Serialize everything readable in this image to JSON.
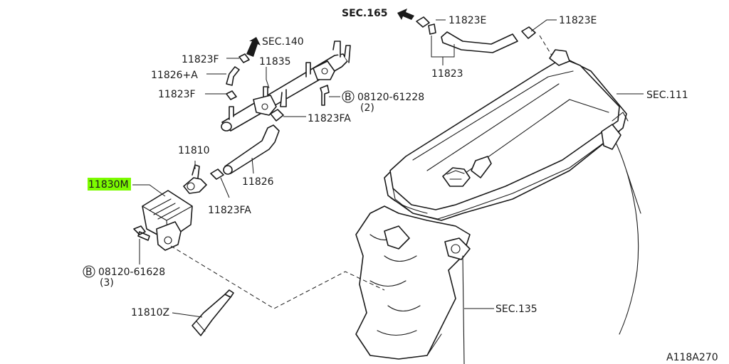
{
  "colors": {
    "highlight": "#7CFC00",
    "ink": "#1a1a1a",
    "background": "#ffffff"
  },
  "labels": {
    "sec165": "SEC.165",
    "p11823E_a": "11823E",
    "p11823E_b": "11823E",
    "p11823": "11823",
    "sec140": "SEC.140",
    "p11823F_a": "11823F",
    "p11835": "11835",
    "p11826A": "11826+A",
    "p11823F_b": "11823F",
    "bolt1_b": "B",
    "bolt1_num": "08120-61228",
    "bolt1_qty": "(2)",
    "p11823FA_a": "11823FA",
    "sec111": "SEC.111",
    "p11810": "11810",
    "p11830M": "11830M",
    "p11826": "11826",
    "p11823FA_b": "11823FA",
    "bolt2_b": "B",
    "bolt2_num": "08120-61628",
    "bolt2_qty": "(3)",
    "p11810Z": "11810Z",
    "sec135": "SEC.135",
    "drawing_id": "A118A270"
  }
}
